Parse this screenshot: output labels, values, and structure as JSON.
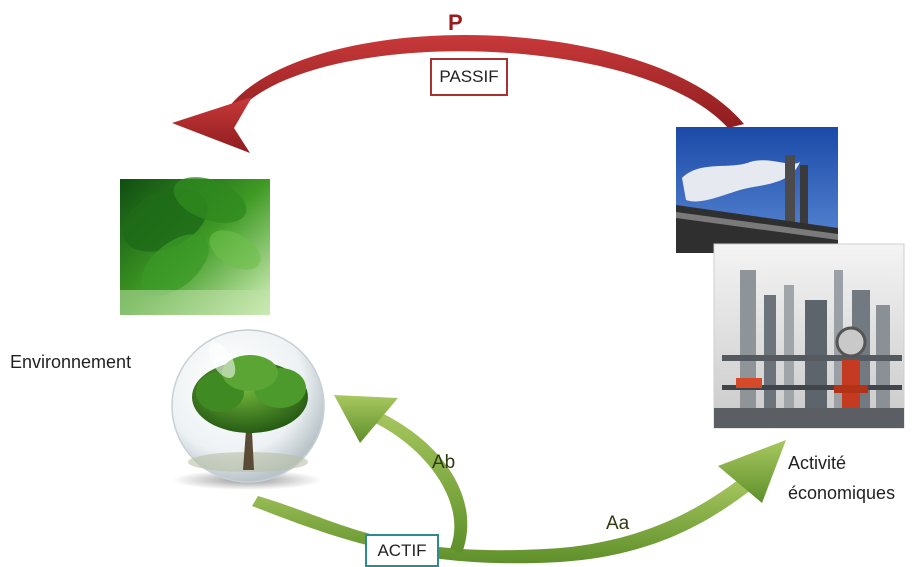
{
  "labels": {
    "passive_marker": "P",
    "passive": "PASSIF",
    "active": "ACTIF",
    "arrow_ab": "Ab",
    "arrow_aa": "Aa",
    "environment": "Environnement",
    "economic_line1": "Activité",
    "economic_line2": "économiques"
  },
  "colors": {
    "passive_arrow": "#b0272a",
    "active_arrow": "#7da83a",
    "passive_box_border": "#a83232",
    "active_box_border": "#2f8a8a"
  },
  "images": {
    "leaves": "green-leaves-photo",
    "tree": "tree-in-glass-sphere",
    "factory_top": "factory-chimney-smoke-photo",
    "factory_bottom": "industrial-plant-photo"
  }
}
